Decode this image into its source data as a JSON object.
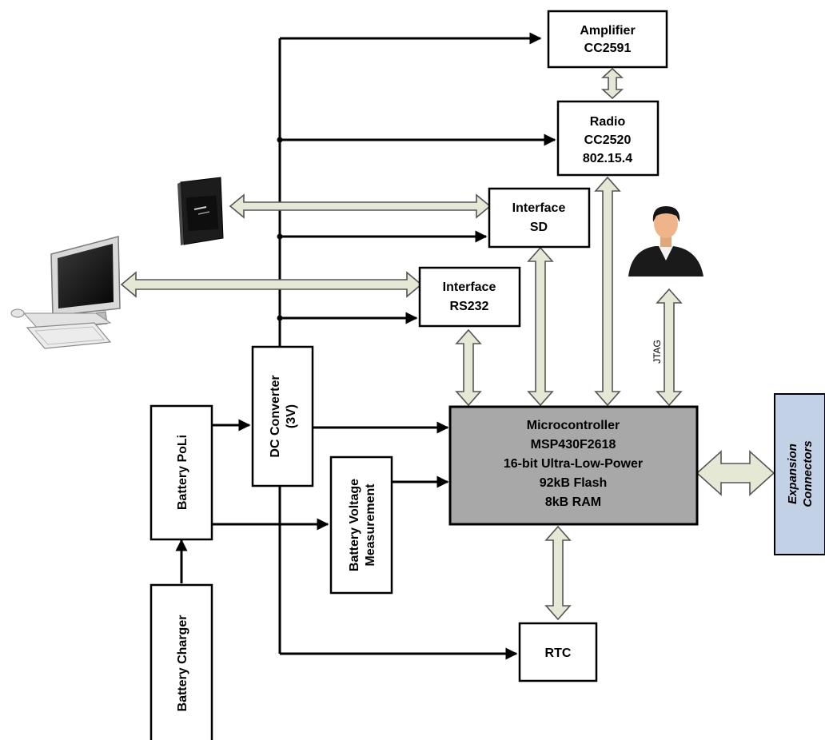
{
  "blocks": {
    "amplifier": [
      "Amplifier",
      "CC2591"
    ],
    "radio": [
      "Radio",
      "CC2520",
      "802.15.4"
    ],
    "interface_sd": [
      "Interface",
      "SD"
    ],
    "interface_rs232": [
      "Interface",
      "RS232"
    ],
    "dc_converter": [
      "DC Converter",
      "(3V)"
    ],
    "battery_poli": "Battery PoLi",
    "battery_voltage": [
      "Battery Voltage",
      "Measurement"
    ],
    "battery_charger": "Battery Charger",
    "microcontroller": [
      "Microcontroller",
      "MSP430F2618",
      "16-bit Ultra-Low-Power",
      "92kB Flash",
      "8kB RAM"
    ],
    "rtc": "RTC",
    "expansion": [
      "Expansion",
      "Connectors"
    ]
  },
  "labels": {
    "jtag": "JTAG"
  },
  "icons": [
    "sd-card-icon",
    "computer-icon",
    "person-icon"
  ],
  "colors": {
    "microcontroller_fill": "#a8a8a8",
    "expansion_fill": "#c3d1e6",
    "bus_arrow_fill": "#e6e8d6"
  }
}
